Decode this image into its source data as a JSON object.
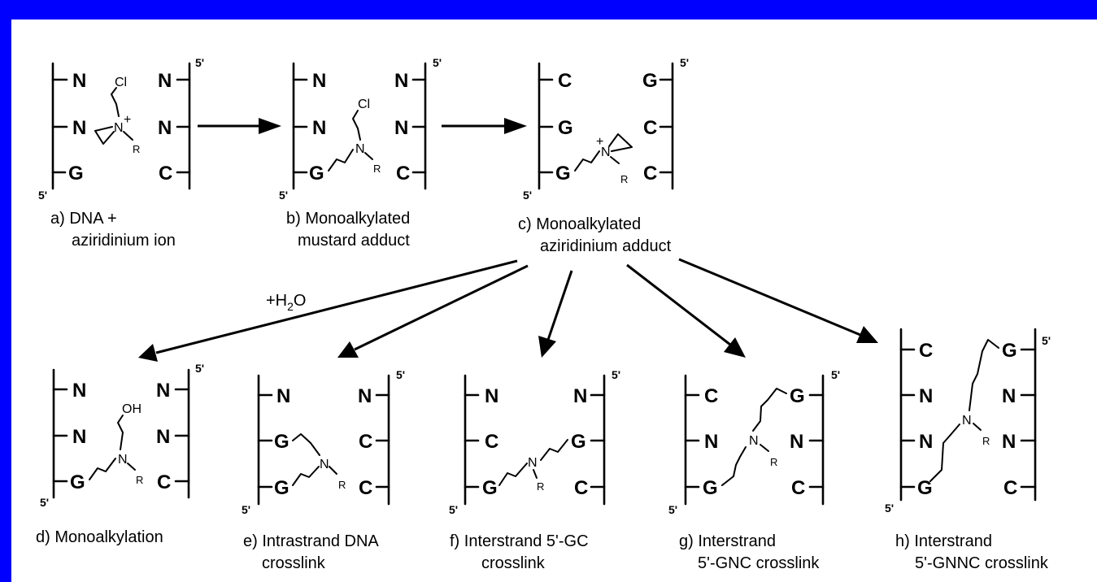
{
  "colors": {
    "border": "#0000ff",
    "background": "#ffffff",
    "ink": "#000000"
  },
  "prime": "5'",
  "atoms": {
    "cl": "Cl",
    "oh": "OH",
    "n": "N",
    "n_plus": "N",
    "plus": "+",
    "r": "R"
  },
  "reagent": {
    "prefix": "+H",
    "sub": "2",
    "suffix": "O"
  },
  "panels": {
    "a": {
      "left": [
        "N",
        "N",
        "G"
      ],
      "right": [
        "N",
        "N",
        "C"
      ],
      "caption": [
        "a) DNA +",
        "aziridinium ion"
      ]
    },
    "b": {
      "left": [
        "N",
        "N",
        "G"
      ],
      "right": [
        "N",
        "N",
        "C"
      ],
      "caption": [
        "b) Monoalkylated",
        "mustard adduct"
      ]
    },
    "c": {
      "left": [
        "C",
        "G",
        "G"
      ],
      "right": [
        "G",
        "C",
        "C"
      ],
      "caption": [
        "c) Monoalkylated",
        "aziridinium adduct"
      ]
    },
    "d": {
      "left": [
        "N",
        "N",
        "G"
      ],
      "right": [
        "N",
        "N",
        "C"
      ],
      "caption": [
        "d) Monoalkylation"
      ]
    },
    "e": {
      "left": [
        "N",
        "G",
        "G"
      ],
      "right": [
        "N",
        "C",
        "C"
      ],
      "caption": [
        "e) Intrastrand DNA",
        "crosslink"
      ]
    },
    "f": {
      "left": [
        "N",
        "C",
        "G"
      ],
      "right": [
        "N",
        "G",
        "C"
      ],
      "caption": [
        "f) Interstrand 5'-GC",
        "crosslink"
      ]
    },
    "g": {
      "left": [
        "C",
        "N",
        "G"
      ],
      "right": [
        "G",
        "N",
        "C"
      ],
      "caption": [
        "g) Interstrand",
        "5'-GNC crosslink"
      ]
    },
    "h": {
      "left": [
        "C",
        "N",
        "N",
        "G"
      ],
      "right": [
        "G",
        "N",
        "N",
        "C"
      ],
      "caption": [
        "h) Interstrand",
        "5'-GNNC crosslink"
      ]
    }
  }
}
